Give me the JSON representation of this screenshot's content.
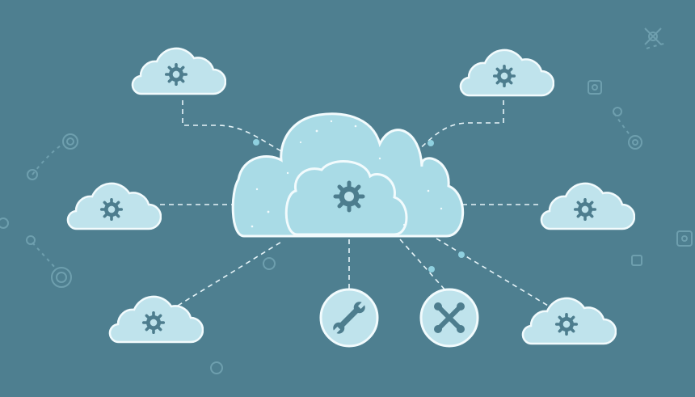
{
  "colors": {
    "background": "#4e7f90",
    "cloud_fill": "#bfe3ec",
    "cloud_fill_main": "#a9dbe6",
    "cloud_stroke": "#f2fbfd",
    "gear": "#4d7d8e",
    "connector": "#e6f4f8",
    "dot": "#8fd0df",
    "decor": "#6e9fae"
  },
  "nodes": {
    "central": {
      "label": "",
      "icon": "gear-icon"
    },
    "satellites": [
      {
        "id": "top-left",
        "icon": "gear-icon"
      },
      {
        "id": "top-right",
        "icon": "gear-icon"
      },
      {
        "id": "mid-left",
        "icon": "gear-icon"
      },
      {
        "id": "mid-right",
        "icon": "gear-icon"
      },
      {
        "id": "bottom-left",
        "icon": "gear-icon"
      },
      {
        "id": "bottom-right",
        "icon": "gear-icon"
      }
    ],
    "tools": [
      {
        "id": "wrench",
        "icon": "wrench-icon"
      },
      {
        "id": "crossed-tools",
        "icon": "crossed-tools-icon"
      }
    ]
  }
}
